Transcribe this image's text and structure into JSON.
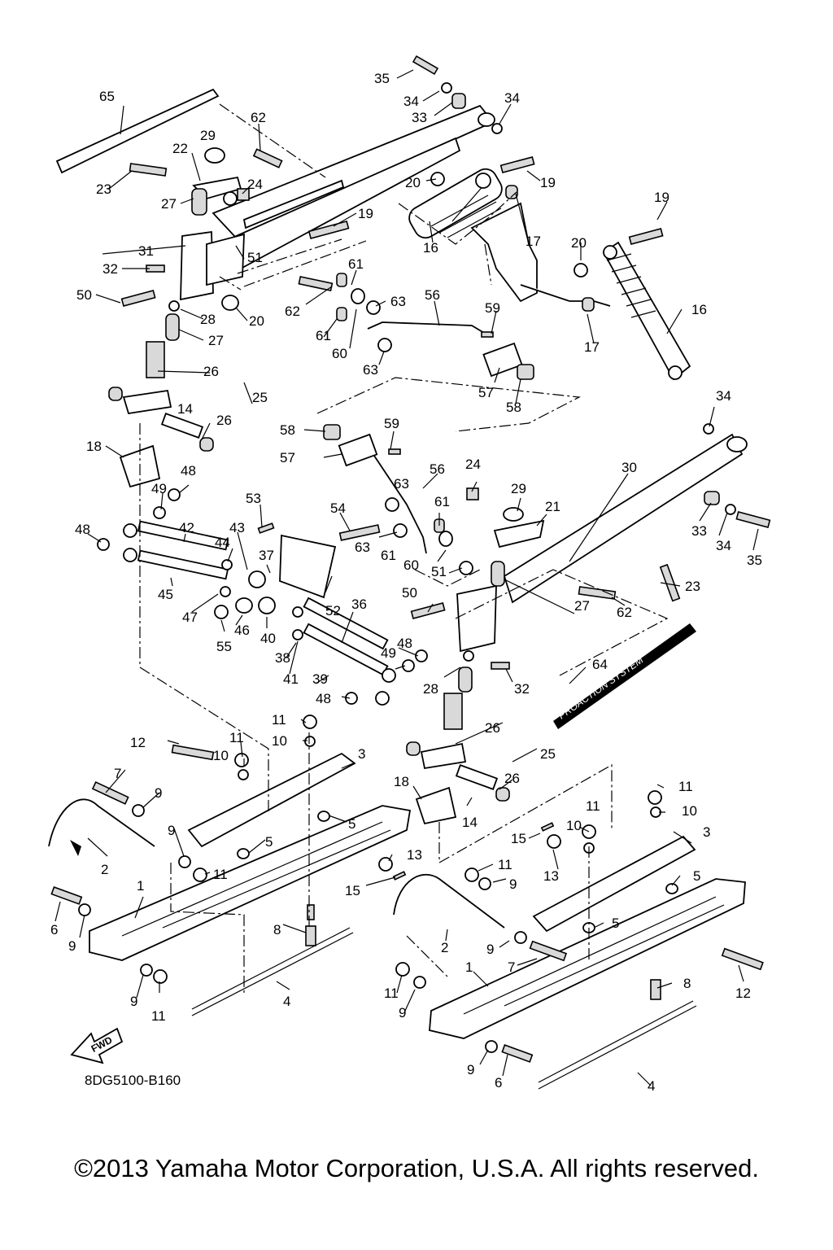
{
  "diagram": {
    "drawing_id": "8DG5100-B160",
    "copyright": "©2013 Yamaha Motor Corporation, U.S.A. All rights reserved.",
    "fwd_label": "FWD",
    "decal_text": "PROACTION SYSTEM",
    "callouts": {
      "c65": "65",
      "c62a": "62",
      "c35a": "35",
      "c34a": "34",
      "c34b": "34",
      "c33a": "33",
      "c29a": "29",
      "c22": "22",
      "c23a": "23",
      "c24a": "24",
      "c27a": "27",
      "c31": "31",
      "c32a": "32",
      "c50a": "50",
      "c28a": "28",
      "c20a": "20",
      "c51a": "51",
      "c19a": "19",
      "c20b": "20",
      "c19b": "19",
      "c16a": "16",
      "c17a": "17",
      "c19c": "19",
      "c20c": "20",
      "c16b": "16",
      "c17b": "17",
      "c61a": "61",
      "c63a": "63",
      "c62b": "62",
      "c61b": "61",
      "c60a": "60",
      "c56a": "56",
      "c59a": "59",
      "c63b": "63",
      "c57a": "57",
      "c58a": "58",
      "c27b": "27",
      "c26a": "26",
      "c25a": "25",
      "c14a": "14",
      "c26b": "26",
      "c18a": "18",
      "c34c": "34",
      "c58b": "58",
      "c59b": "59",
      "c57b": "57",
      "c56b": "56",
      "c24b": "24",
      "c30": "30",
      "c29b": "29",
      "c21": "21",
      "c49a": "49",
      "c48a": "48",
      "c53": "53",
      "c54": "54",
      "c63c": "63",
      "c61c": "61",
      "c48b": "48",
      "c42": "42",
      "c43": "43",
      "c44": "44",
      "c37": "37",
      "c63d": "63",
      "c61d": "61",
      "c60b": "60",
      "c33b": "33",
      "c34d": "34",
      "c35b": "35",
      "c51b": "51",
      "c23b": "23",
      "c45": "45",
      "c47": "47",
      "c46": "46",
      "c55": "55",
      "c40": "40",
      "c52": "52",
      "c50b": "50",
      "c36": "36",
      "c27c": "27",
      "c62c": "62",
      "c48c": "48",
      "c49b": "49",
      "c38": "38",
      "c41": "41",
      "c39": "39",
      "c28b": "28",
      "c32b": "32",
      "c64": "64",
      "c48d": "48",
      "c26c": "26",
      "c11a": "11",
      "c10a": "10",
      "c11b": "11",
      "c12a": "12",
      "c10b": "10",
      "c3a": "3",
      "c25b": "25",
      "c7a": "7",
      "c9a": "9",
      "c18b": "18",
      "c26d": "26",
      "c5a": "5",
      "c9b": "9",
      "c5b": "5",
      "c14b": "14",
      "c2a": "2",
      "c11c": "11",
      "c13a": "13",
      "c15a": "15",
      "c1a": "1",
      "c6a": "6",
      "c9c": "9",
      "c8a": "8",
      "c4a": "4",
      "c9d": "9",
      "c11d": "11",
      "c11e": "11",
      "c10c": "10",
      "c3b": "3",
      "c11f": "11",
      "c15b": "15",
      "c10d": "10",
      "c13b": "13",
      "c11g": "11",
      "c9e": "9",
      "c5c": "5",
      "c5d": "5",
      "c2b": "2",
      "c9f": "9",
      "c7b": "7",
      "c12b": "12",
      "c11h": "11",
      "c9g": "9",
      "c1b": "1",
      "c8b": "8",
      "c4b": "4",
      "c9h": "9",
      "c6b": "6"
    }
  }
}
